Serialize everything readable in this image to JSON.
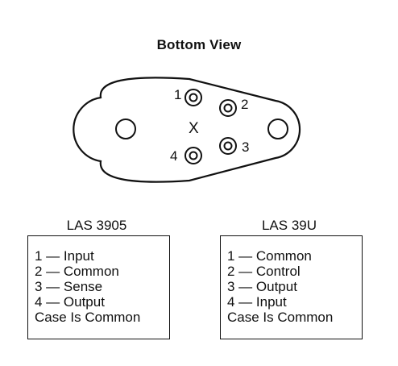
{
  "title": "Bottom View",
  "diagram": {
    "center_mark": "X",
    "pins": [
      {
        "number": "1"
      },
      {
        "number": "2"
      },
      {
        "number": "3"
      },
      {
        "number": "4"
      }
    ]
  },
  "left_table": {
    "title": "LAS 3905",
    "rows": [
      "1 — Input",
      "2 — Common",
      "3 — Sense",
      "4 — Output",
      "Case Is Common"
    ]
  },
  "right_table": {
    "title": "LAS 39U",
    "rows": [
      "1 — Common",
      "2 — Control",
      "3 — Output",
      "4 — Input",
      "Case Is Common"
    ]
  }
}
